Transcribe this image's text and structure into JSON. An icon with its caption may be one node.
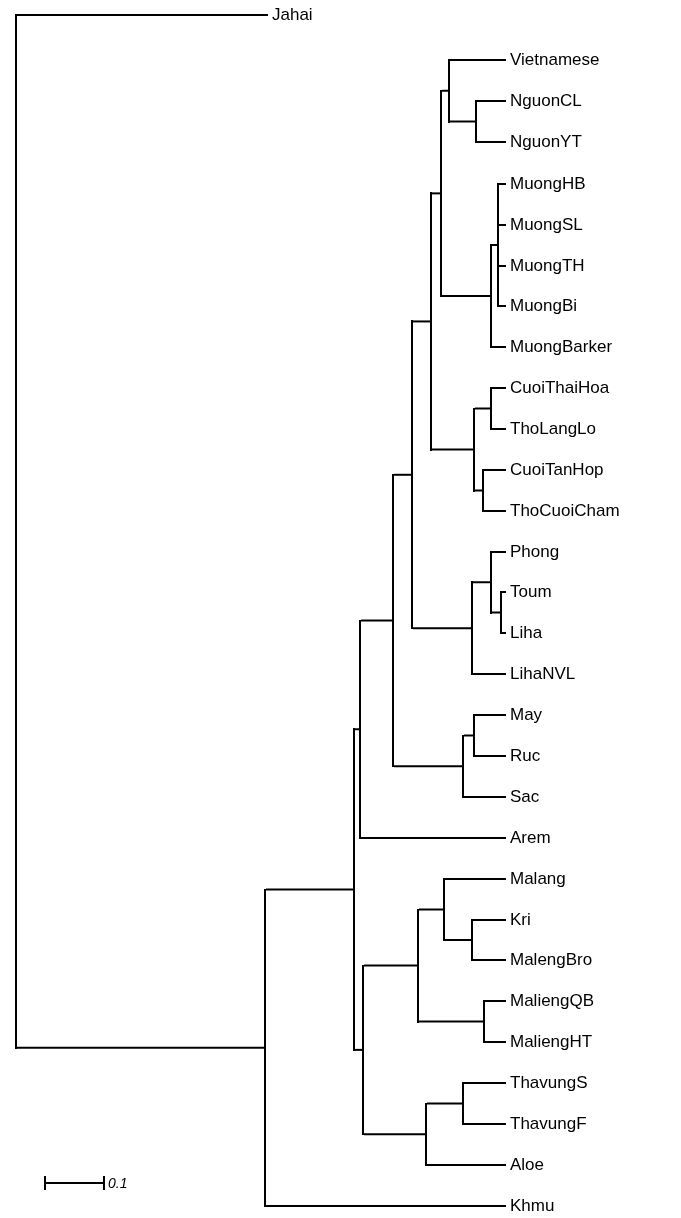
{
  "diagram": {
    "nodes": [
      {
        "text": [
          "Jahai"
        ]
      },
      {
        "text": [
          "Vietnamese"
        ]
      },
      {
        "text": [
          "NguonCL"
        ]
      },
      {
        "text": [
          "NguonYT"
        ]
      },
      {
        "text": [
          "MuongHB"
        ]
      },
      {
        "text": [
          "MuongSL"
        ]
      },
      {
        "text": [
          "MuongTH"
        ]
      },
      {
        "text": [
          "MuongBi"
        ]
      },
      {
        "text": [
          "MuongBarker"
        ]
      },
      {
        "text": [
          "CuoiThaiHoa"
        ]
      },
      {
        "text": [
          "ThoLangLo"
        ]
      },
      {
        "text": [
          "CuoiTanHop"
        ]
      },
      {
        "text": [
          "ThoCuoiCham"
        ]
      },
      {
        "text": [
          "Phong"
        ]
      },
      {
        "text": [
          "Toum"
        ]
      },
      {
        "text": [
          "Liha"
        ]
      },
      {
        "text": [
          "LihaNVL"
        ]
      },
      {
        "text": [
          "May"
        ]
      },
      {
        "text": [
          "Ruc"
        ]
      },
      {
        "text": [
          "Sac"
        ]
      },
      {
        "text": [
          "Arem"
        ]
      },
      {
        "text": [
          "Malang"
        ]
      },
      {
        "text": [
          "Kri"
        ]
      },
      {
        "text": [
          "MalengBro"
        ]
      },
      {
        "text": [
          "MaliengQB"
        ]
      },
      {
        "text": [
          "MaliengHT"
        ]
      },
      {
        "text": [
          "ThavungS"
        ]
      },
      {
        "text": [
          "ThavungF"
        ]
      },
      {
        "text": [
          "Aloe"
        ]
      },
      {
        "text": [
          "Khmu"
        ]
      },
      {
        "text": [],
        "shape": "bar"
      },
      {
        "text": [],
        "shape": "bar"
      },
      {
        "text": [],
        "shape": "bar"
      },
      {
        "text": [],
        "shape": "bar"
      },
      {
        "text": [],
        "shape": "bar"
      },
      {
        "text": [],
        "shape": "bar"
      },
      {
        "text": [],
        "shape": "bar"
      },
      {
        "text": [],
        "shape": "bar"
      },
      {
        "text": [],
        "shape": "bar"
      },
      {
        "text": [],
        "shape": "bar"
      },
      {
        "text": [],
        "shape": "bar"
      },
      {
        "text": [],
        "shape": "bar"
      },
      {
        "text": [],
        "shape": "bar"
      },
      {
        "text": [],
        "shape": "bar"
      },
      {
        "text": [],
        "shape": "bar"
      },
      {
        "text": [],
        "shape": "bar"
      },
      {
        "text": [],
        "shape": "bar"
      },
      {
        "text": [],
        "shape": "bar"
      },
      {
        "text": [],
        "shape": "bar"
      },
      {
        "text": [],
        "shape": "bar"
      },
      {
        "text": [],
        "shape": "bar"
      },
      {
        "text": [],
        "shape": "bar"
      },
      {
        "text": [],
        "shape": "bar"
      },
      {
        "text": [],
        "shape": "bar"
      },
      {
        "text": [],
        "shape": "bar"
      },
      {
        "text": [],
        "shape": "bar"
      },
      {
        "text": [],
        "shape": "bar"
      }
    ],
    "edges": [
      {
        "from": 30,
        "to": 0,
        "arrow": "none"
      },
      {
        "from": 30,
        "to": 31,
        "arrow": "none"
      },
      {
        "from": 31,
        "to": 32,
        "arrow": "none"
      },
      {
        "from": 31,
        "to": 29,
        "arrow": "none"
      },
      {
        "from": 32,
        "to": 33,
        "arrow": "none"
      },
      {
        "from": 32,
        "to": 50,
        "arrow": "none"
      },
      {
        "from": 33,
        "to": 34,
        "arrow": "none"
      },
      {
        "from": 33,
        "to": 20,
        "arrow": "none"
      },
      {
        "from": 34,
        "to": 35,
        "arrow": "none"
      },
      {
        "from": 34,
        "to": 48,
        "arrow": "none"
      },
      {
        "from": 35,
        "to": 36,
        "arrow": "none"
      },
      {
        "from": 35,
        "to": 45,
        "arrow": "none"
      },
      {
        "from": 36,
        "to": 37,
        "arrow": "none"
      },
      {
        "from": 36,
        "to": 42,
        "arrow": "none"
      },
      {
        "from": 37,
        "to": 38,
        "arrow": "none"
      },
      {
        "from": 37,
        "to": 40,
        "arrow": "none"
      },
      {
        "from": 38,
        "to": 1,
        "arrow": "none"
      },
      {
        "from": 38,
        "to": 39,
        "arrow": "none"
      },
      {
        "from": 39,
        "to": 2,
        "arrow": "none"
      },
      {
        "from": 39,
        "to": 3,
        "arrow": "none"
      },
      {
        "from": 40,
        "to": 41,
        "arrow": "none"
      },
      {
        "from": 40,
        "to": 8,
        "arrow": "none"
      },
      {
        "from": 41,
        "to": 4,
        "arrow": "none"
      },
      {
        "from": 41,
        "to": 5,
        "arrow": "none"
      },
      {
        "from": 41,
        "to": 6,
        "arrow": "none"
      },
      {
        "from": 41,
        "to": 7,
        "arrow": "none"
      },
      {
        "from": 42,
        "to": 43,
        "arrow": "none"
      },
      {
        "from": 42,
        "to": 44,
        "arrow": "none"
      },
      {
        "from": 43,
        "to": 9,
        "arrow": "none"
      },
      {
        "from": 43,
        "to": 10,
        "arrow": "none"
      },
      {
        "from": 44,
        "to": 11,
        "arrow": "none"
      },
      {
        "from": 44,
        "to": 12,
        "arrow": "none"
      },
      {
        "from": 45,
        "to": 46,
        "arrow": "none"
      },
      {
        "from": 45,
        "to": 16,
        "arrow": "none"
      },
      {
        "from": 46,
        "to": 13,
        "arrow": "none"
      },
      {
        "from": 46,
        "to": 47,
        "arrow": "none"
      },
      {
        "from": 47,
        "to": 14,
        "arrow": "none"
      },
      {
        "from": 47,
        "to": 15,
        "arrow": "none"
      },
      {
        "from": 48,
        "to": 49,
        "arrow": "none"
      },
      {
        "from": 48,
        "to": 19,
        "arrow": "none"
      },
      {
        "from": 49,
        "to": 17,
        "arrow": "none"
      },
      {
        "from": 49,
        "to": 18,
        "arrow": "none"
      },
      {
        "from": 50,
        "to": 51,
        "arrow": "none"
      },
      {
        "from": 50,
        "to": 55,
        "arrow": "none"
      },
      {
        "from": 51,
        "to": 52,
        "arrow": "none"
      },
      {
        "from": 51,
        "to": 54,
        "arrow": "none"
      },
      {
        "from": 52,
        "to": 21,
        "arrow": "none"
      },
      {
        "from": 52,
        "to": 53,
        "arrow": "none"
      },
      {
        "from": 53,
        "to": 22,
        "arrow": "none"
      },
      {
        "from": 53,
        "to": 23,
        "arrow": "none"
      },
      {
        "from": 54,
        "to": 24,
        "arrow": "none"
      },
      {
        "from": 54,
        "to": 25,
        "arrow": "none"
      },
      {
        "from": 55,
        "to": 56,
        "arrow": "none"
      },
      {
        "from": 55,
        "to": 28,
        "arrow": "none"
      },
      {
        "from": 56,
        "to": 26,
        "arrow": "none"
      },
      {
        "from": 56,
        "to": 27,
        "arrow": "none"
      }
    ],
    "labels": [
      "0.1"
    ]
  }
}
